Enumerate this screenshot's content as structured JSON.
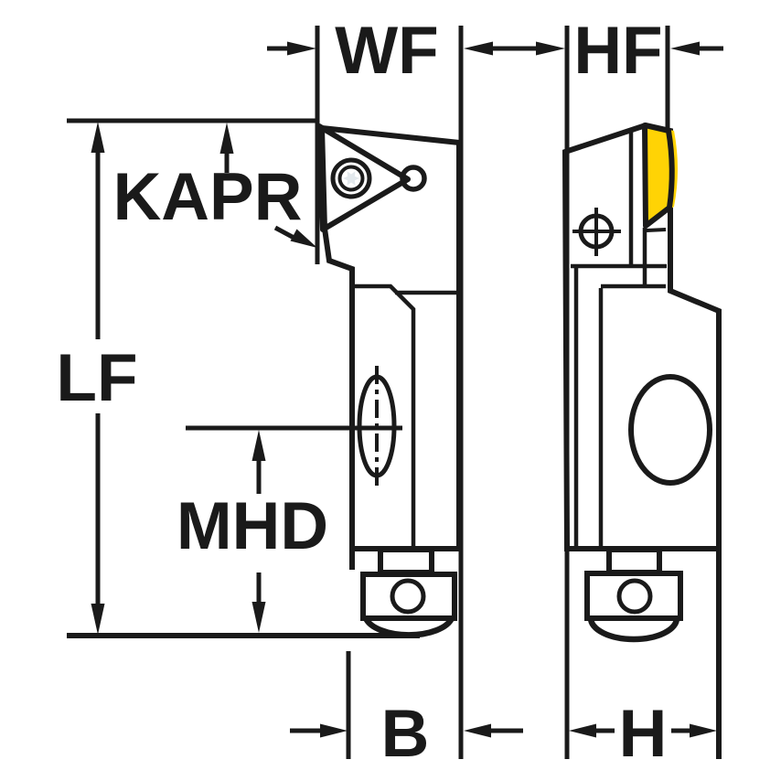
{
  "diagram": {
    "type": "technical-dimensional-drawing",
    "subject": "Turning tool cartridge with triangular insert, front and side views",
    "labels": {
      "wf": "WF",
      "hf": "HF",
      "kapr": "KAPR",
      "lf": "LF",
      "mhd": "MHD",
      "b": "B",
      "h": "H"
    },
    "colors": {
      "background": "#ffffff",
      "line": "#1a1a1a",
      "body": "#b7c9d6",
      "insert": "#ffd305",
      "screw_core": "#9fb0ba",
      "screw_star": "#e3e9ed"
    }
  }
}
